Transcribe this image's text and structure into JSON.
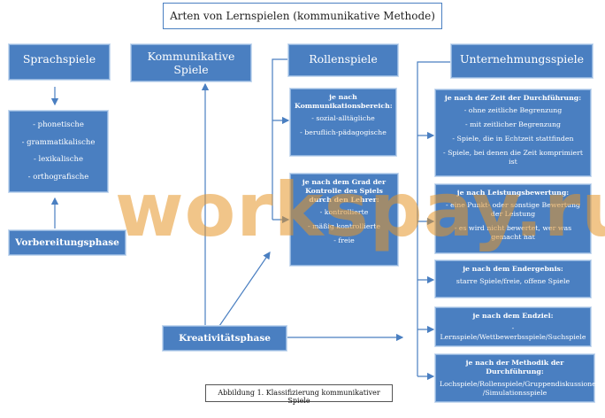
{
  "title": "Arten von Lernspielen (kommunikative Methode)",
  "headers": {
    "sprachspiele": "Sprachspiele",
    "kommunikative": "Kommunikative Spiele",
    "rollenspiele": "Rollenspiele",
    "unternehmungsspiele": "Unternehmungsspiele"
  },
  "sprachspiele_items": [
    "- phonetische",
    "- grammatikalische",
    "- lexikalische",
    "- orthografische"
  ],
  "vorbereitungsphase": "Vorbereitungsphase",
  "kreativitaetsphase": "Kreativitätsphase",
  "rollen_kommunikation": {
    "heading": "je nach Kommunikationsbereich:",
    "items": [
      "- sozial-alltägliche",
      "- beruflich-pädagogische"
    ]
  },
  "rollen_kontrolle": {
    "heading": "je nach dem Grad der Kontrolle des Spiels durch den Lehrer:",
    "items": [
      "- kontrollierte",
      "- mäßig kontrollierte",
      "- freie"
    ]
  },
  "unt_zeit": {
    "heading": "je nach der Zeit der Durchführung:",
    "items": [
      "- ohne zeitliche Begrenzung",
      "- mit zeitlicher Begrenzung",
      "- Spiele, die in Echtzeit stattfinden",
      "- Spiele, bei denen die Zeit komprimiert ist"
    ]
  },
  "unt_leistung": {
    "heading": "je nach Leistungsbewertung:",
    "items": [
      "- eine Punkt- oder sonstige Bewertung der Leistung",
      "- es wird nicht bewertet, wer was gemacht hat"
    ]
  },
  "unt_endergebnis": {
    "heading": "je nach dem Endergebnis:",
    "items": [
      "starre Spiele/freie, offene Spiele"
    ]
  },
  "unt_endziel": {
    "heading": "je nach dem Endziel:",
    "items": [
      "-Lernspiele/Wettbewerbsspiele/Suchspiele"
    ]
  },
  "unt_methodik": {
    "heading": "je nach der Methodik der Durchführung:",
    "items": [
      "Lochspiele/Rollenspiele/Gruppendiskussionen /Simulationsspiele"
    ]
  },
  "caption": "Abbildung 1. Klassifizierung kommunikativer Spiele",
  "watermark": "workspay.ru",
  "colors": {
    "box": "#4a7fc1",
    "line": "#4a7fc1",
    "watermark": "#e6962a"
  }
}
